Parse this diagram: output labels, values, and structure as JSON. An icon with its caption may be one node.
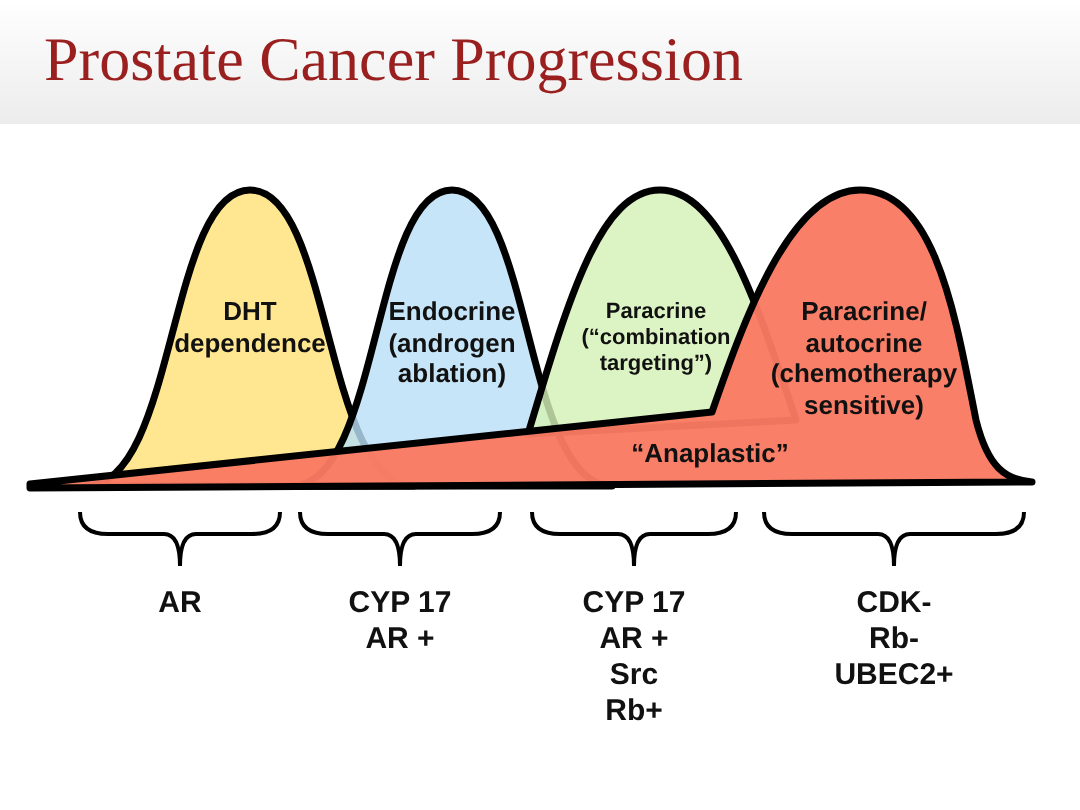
{
  "diagram": {
    "title": "Prostate Cancer Progression",
    "nodes": [
      {
        "text": [
          "DHT dependence"
        ]
      },
      {
        "text": [
          "Endocrine (androgen ablation)"
        ]
      },
      {
        "text": [
          "Paracrine (“combination targeting”)"
        ]
      },
      {
        "text": [
          "Paracrine/ autocrine (chemotherapy sensitive)",
          "“Anaplastic”"
        ]
      }
    ],
    "edges": [],
    "labels": [
      "AR",
      "CYP 17",
      "AR +",
      "CYP 17",
      "AR +",
      "Src",
      "Rb+",
      "CDK-",
      "Rb-",
      "UBEC2+"
    ]
  }
}
